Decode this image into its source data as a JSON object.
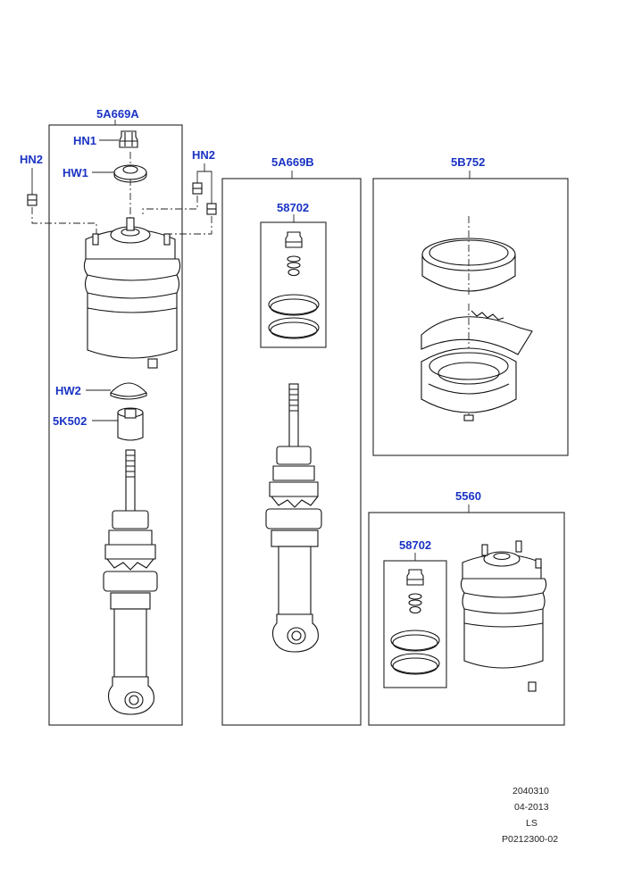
{
  "labels": {
    "assy_a": "5A669A",
    "hn1": "HN1",
    "hw1": "HW1",
    "hn2_left": "HN2",
    "hn2_right": "HN2",
    "hw2": "HW2",
    "bump_stop": "5K502",
    "assy_b": "5A669B",
    "kit_b": "58702",
    "boot": "5B752",
    "spring": "5560",
    "kit_spring": "58702"
  },
  "footer": {
    "line1": "2040310",
    "line2": "04-2013",
    "line3": "LS",
    "line4": "P0212300-02"
  }
}
